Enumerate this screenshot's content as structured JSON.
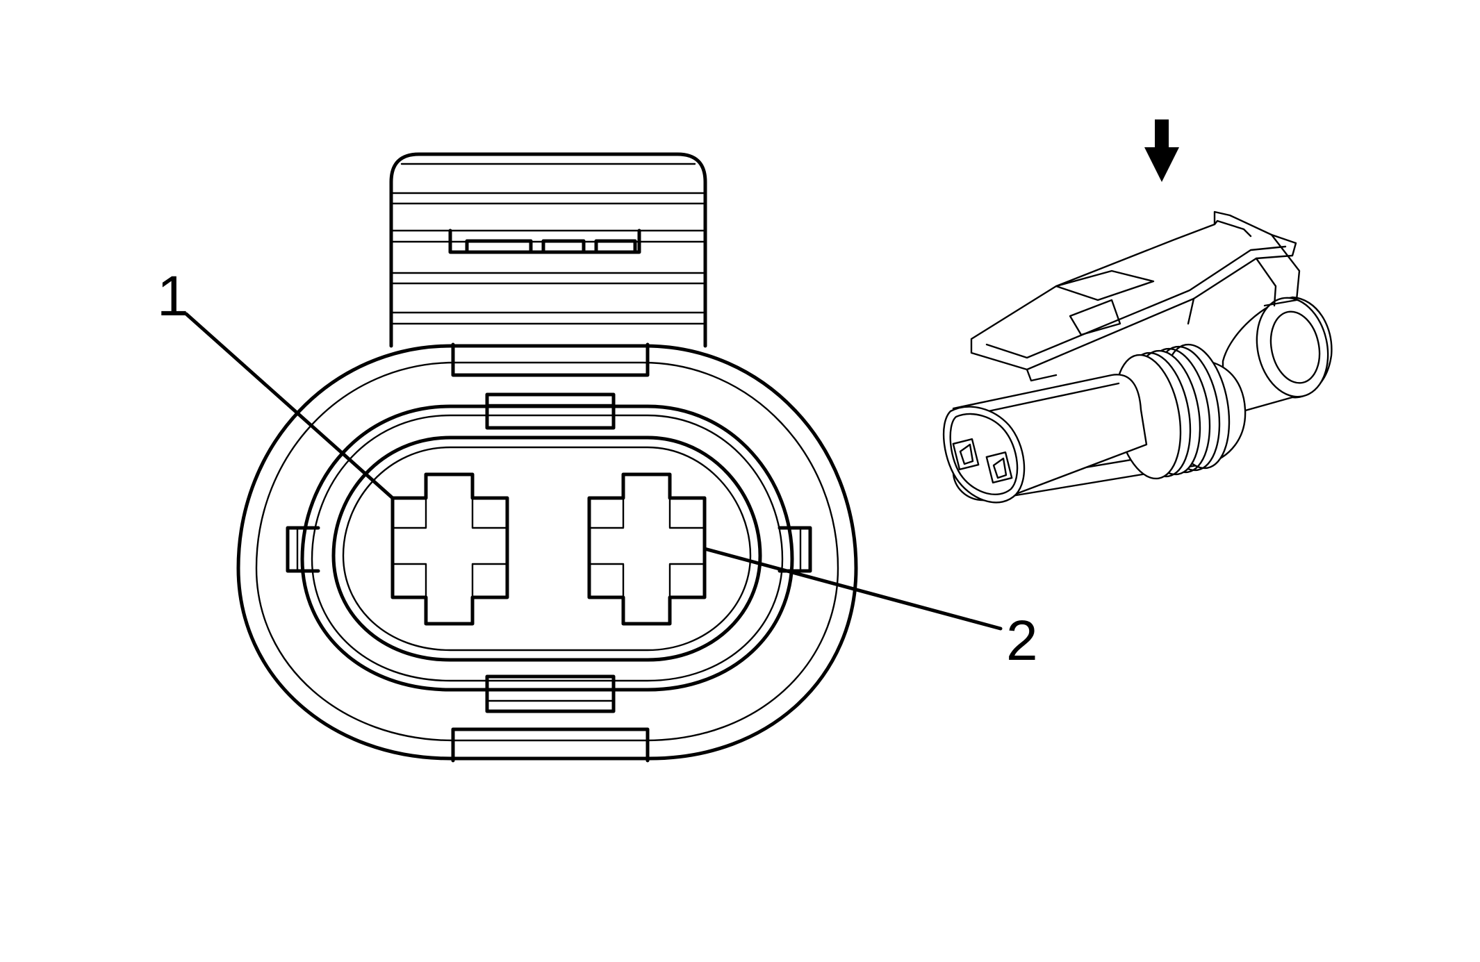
{
  "figure": {
    "background": "#ffffff",
    "line_color": "#000000",
    "callouts": [
      {
        "id": "terminal-1",
        "label": "1"
      },
      {
        "id": "terminal-2",
        "label": "2"
      }
    ],
    "arrow_icon": "down-arrow-icon",
    "front_view_icon": "connector-face-icon",
    "perspective_view_icon": "connector-perspective-icon"
  }
}
